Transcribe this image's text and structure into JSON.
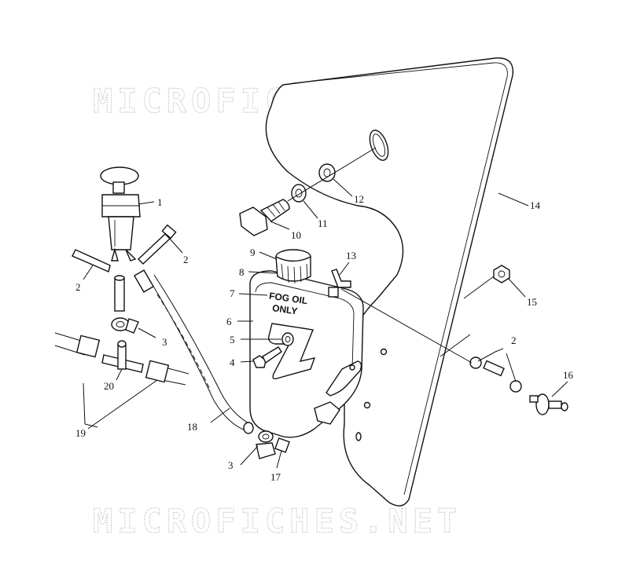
{
  "watermark": {
    "text": "MICROFICHES.NET"
  },
  "tank_label": {
    "line1": "FOG OIL",
    "line2": "ONLY"
  },
  "callouts": [
    {
      "id": "c1",
      "label": "1"
    },
    {
      "id": "c2a",
      "label": "2"
    },
    {
      "id": "c2b",
      "label": "2"
    },
    {
      "id": "c2c",
      "label": "2"
    },
    {
      "id": "c3a",
      "label": "3"
    },
    {
      "id": "c3b",
      "label": "3"
    },
    {
      "id": "c4",
      "label": "4"
    },
    {
      "id": "c5",
      "label": "5"
    },
    {
      "id": "c6",
      "label": "6"
    },
    {
      "id": "c7",
      "label": "7"
    },
    {
      "id": "c8",
      "label": "8"
    },
    {
      "id": "c9",
      "label": "9"
    },
    {
      "id": "c10",
      "label": "10"
    },
    {
      "id": "c11",
      "label": "11"
    },
    {
      "id": "c12",
      "label": "12"
    },
    {
      "id": "c13",
      "label": "13"
    },
    {
      "id": "c14",
      "label": "14"
    },
    {
      "id": "c15",
      "label": "15"
    },
    {
      "id": "c16",
      "label": "16"
    },
    {
      "id": "c17",
      "label": "17"
    },
    {
      "id": "c18",
      "label": "18"
    },
    {
      "id": "c19",
      "label": "19"
    },
    {
      "id": "c20",
      "label": "20"
    }
  ]
}
